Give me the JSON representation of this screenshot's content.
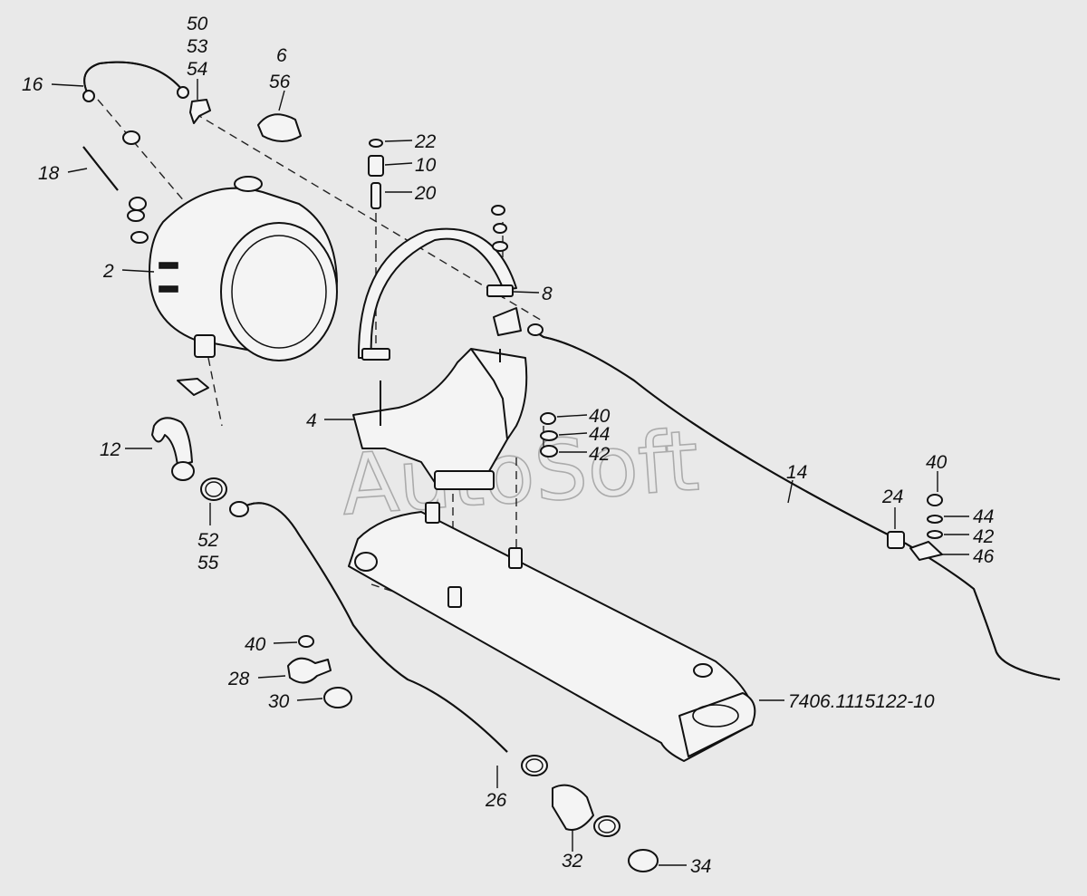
{
  "watermark": "AutoSoft",
  "labels": {
    "l50": "50",
    "l53": "53",
    "l54": "54",
    "l6": "6",
    "l56": "56",
    "l16": "16",
    "l18": "18",
    "l2": "2",
    "l22": "22",
    "l10": "10",
    "l20": "20",
    "l8": "8",
    "l4": "4",
    "l40a": "40",
    "l44a": "44",
    "l42a": "42",
    "l12": "12",
    "l52": "52",
    "l55": "55",
    "l14": "14",
    "l40b": "40",
    "l24": "24",
    "l44b": "44",
    "l42b": "42",
    "l46": "46",
    "l40c": "40",
    "l28": "28",
    "l30": "30",
    "l7406": "7406.1115122-10",
    "l26": "26",
    "l32": "32",
    "l34": "34"
  }
}
